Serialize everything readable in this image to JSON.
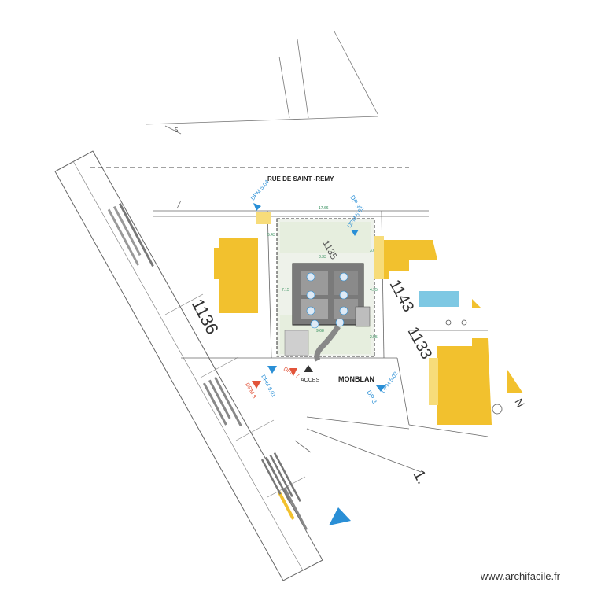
{
  "parcels": {
    "p1136": "1136",
    "p1143": "1143",
    "p1133": "1133",
    "p1135": "1135",
    "p1_partial": "1.",
    "top_5": "5"
  },
  "streets": {
    "rue_saint_remy": "RUE DE SAINT -REMY",
    "monblan": "MONBLAN"
  },
  "markers": {
    "acces": "ACCES",
    "dp3_top": "DP 3",
    "dp3_bottom": "DP 3",
    "dpm8": "DPM 8",
    "dpm7": "DPM 7",
    "dpm501": "DPM 5.01",
    "dpm502": "DPM 5.02",
    "dpm503": "DPM 5.03",
    "dpm504": "DPM 5.04"
  },
  "compass": {
    "north": "N"
  },
  "dimensions": {
    "d1": "17.66",
    "d2": "8.33",
    "d3": "9.68",
    "d4": "7.15",
    "d5": "3.03",
    "d6": "4.95",
    "d7": "5.43",
    "d8": "2.55"
  },
  "watermark": "www.archifacile.fr",
  "colors": {
    "building": "#f2c12e",
    "building_light": "#f7dc7a",
    "pool": "#7ec8e3",
    "marker_blue": "#2a8fd6",
    "marker_red": "#e2543a",
    "marker_dark": "#333333",
    "parcel_line": "#555555"
  }
}
